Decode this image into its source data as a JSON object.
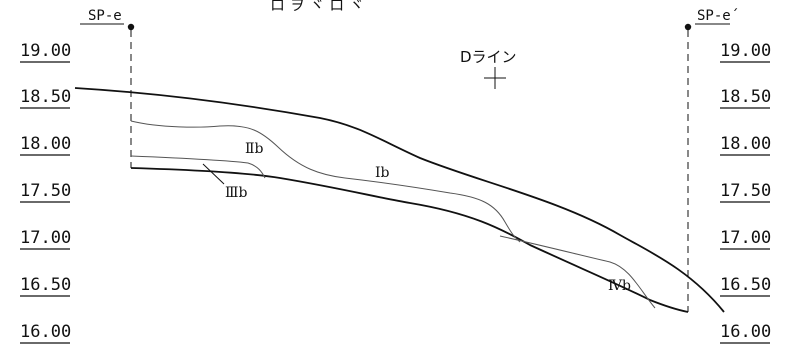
{
  "title_fragment": "ロ゙ ヲ ヾ ロ ヾ",
  "line_label": "Dライン",
  "borehole_left": "SP-e",
  "borehole_right": "SP-e´",
  "elevations_left": [
    "19.00",
    "18.50",
    "18.00",
    "17.50",
    "17.00",
    "16.50",
    "16.00"
  ],
  "elevations_right": [
    "19.00",
    "18.50",
    "18.00",
    "17.50",
    "17.00",
    "16.50",
    "16.00"
  ],
  "layers": [
    "Ⅰb",
    "Ⅱb",
    "Ⅲb",
    "Ⅳb"
  ],
  "colors": {
    "ink": "#111111",
    "layer_boundary": "#555555"
  }
}
